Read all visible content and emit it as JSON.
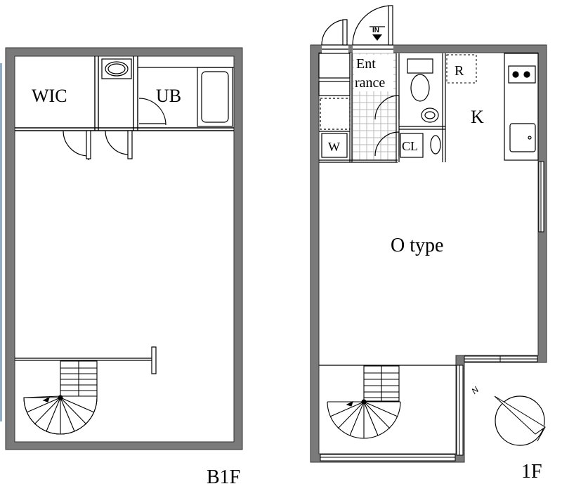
{
  "b1f": {
    "level_label": "B1F",
    "rooms": {
      "wic": "WIC",
      "ub": "UB"
    }
  },
  "f1": {
    "level_label": "1F",
    "plan_type": "O type",
    "rooms": {
      "entrance_line1": "Ent",
      "entrance_line2": "rance",
      "kitchen": "K",
      "refrigerator": "R",
      "washer": "W",
      "closet": "CL",
      "in_marker": "IN"
    },
    "compass_label": "N"
  },
  "colors": {
    "wall": "#7a7a7a",
    "wall_border": "#333333",
    "line": "#000000",
    "entrance_grid": "#b9b9b9",
    "left_edge_tint": "#8fb0c8"
  }
}
